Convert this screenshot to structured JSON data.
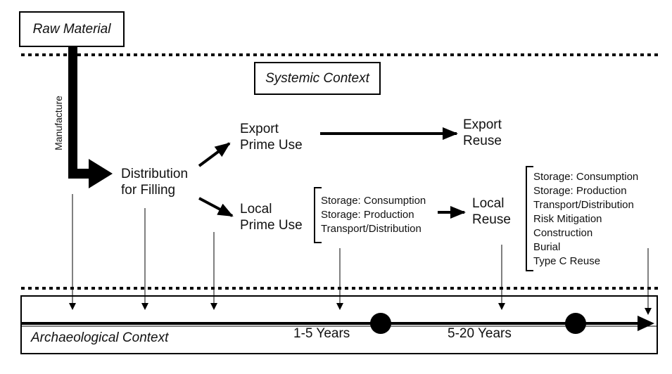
{
  "raw_material": "Raw Material",
  "manufacture": "Manufacture",
  "systemic_context": "Systemic Context",
  "distribution": [
    "Distribution",
    "for Filling"
  ],
  "export_prime": [
    "Export",
    "Prime Use"
  ],
  "export_reuse": [
    "Export",
    "Reuse"
  ],
  "local_prime": [
    "Local",
    "Prime Use"
  ],
  "local_reuse": [
    "Local",
    "Reuse"
  ],
  "local_uses": [
    "Storage: Consumption",
    "Storage: Production",
    "Transport/Distribution"
  ],
  "reuse_uses": [
    "Storage: Consumption",
    "Storage: Production",
    "Transport/Distribution",
    "Risk Mitigation",
    "Construction",
    "Burial",
    "Type C Reuse"
  ],
  "archaeological_context": "Archaeological Context",
  "period_1": "1-5 Years",
  "period_2": "5-20 Years"
}
